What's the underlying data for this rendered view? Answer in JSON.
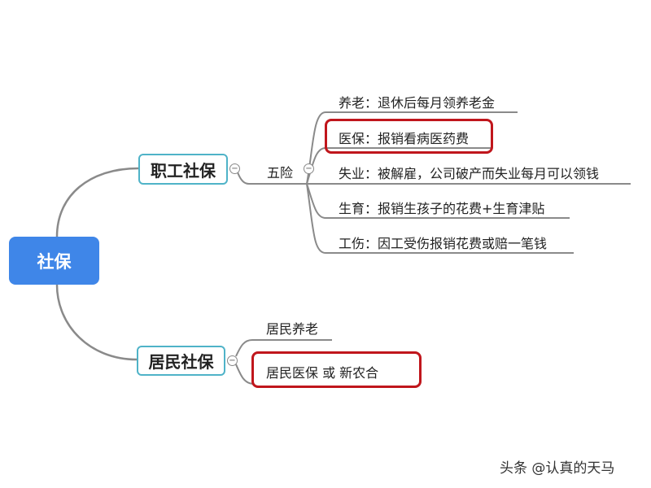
{
  "root": {
    "label": "社保"
  },
  "branches": [
    {
      "label": "职工社保",
      "group": {
        "label": "五险",
        "items": [
          {
            "label": "养老：退休后每月领养老金",
            "highlighted": false
          },
          {
            "label": "医保：报销看病医药费",
            "highlighted": true
          },
          {
            "label": "失业：被解雇，公司破产而失业每月可以领钱",
            "highlighted": false
          },
          {
            "label": "生育：报销生孩子的花费+生育津贴",
            "highlighted": false
          },
          {
            "label": "工伤：因工受伤报销花费或赔一笔钱",
            "highlighted": false
          }
        ]
      }
    },
    {
      "label": "居民社保",
      "items": [
        {
          "label": "居民养老",
          "highlighted": false
        },
        {
          "label": "居民医保 或 新农合",
          "highlighted": true
        }
      ]
    }
  ],
  "colors": {
    "root": "#3f86e8",
    "branch_border": "#4fb3c8",
    "highlight": "#c0161c",
    "line": "#8a8a8a"
  },
  "watermark": "头条 @认真的天马"
}
